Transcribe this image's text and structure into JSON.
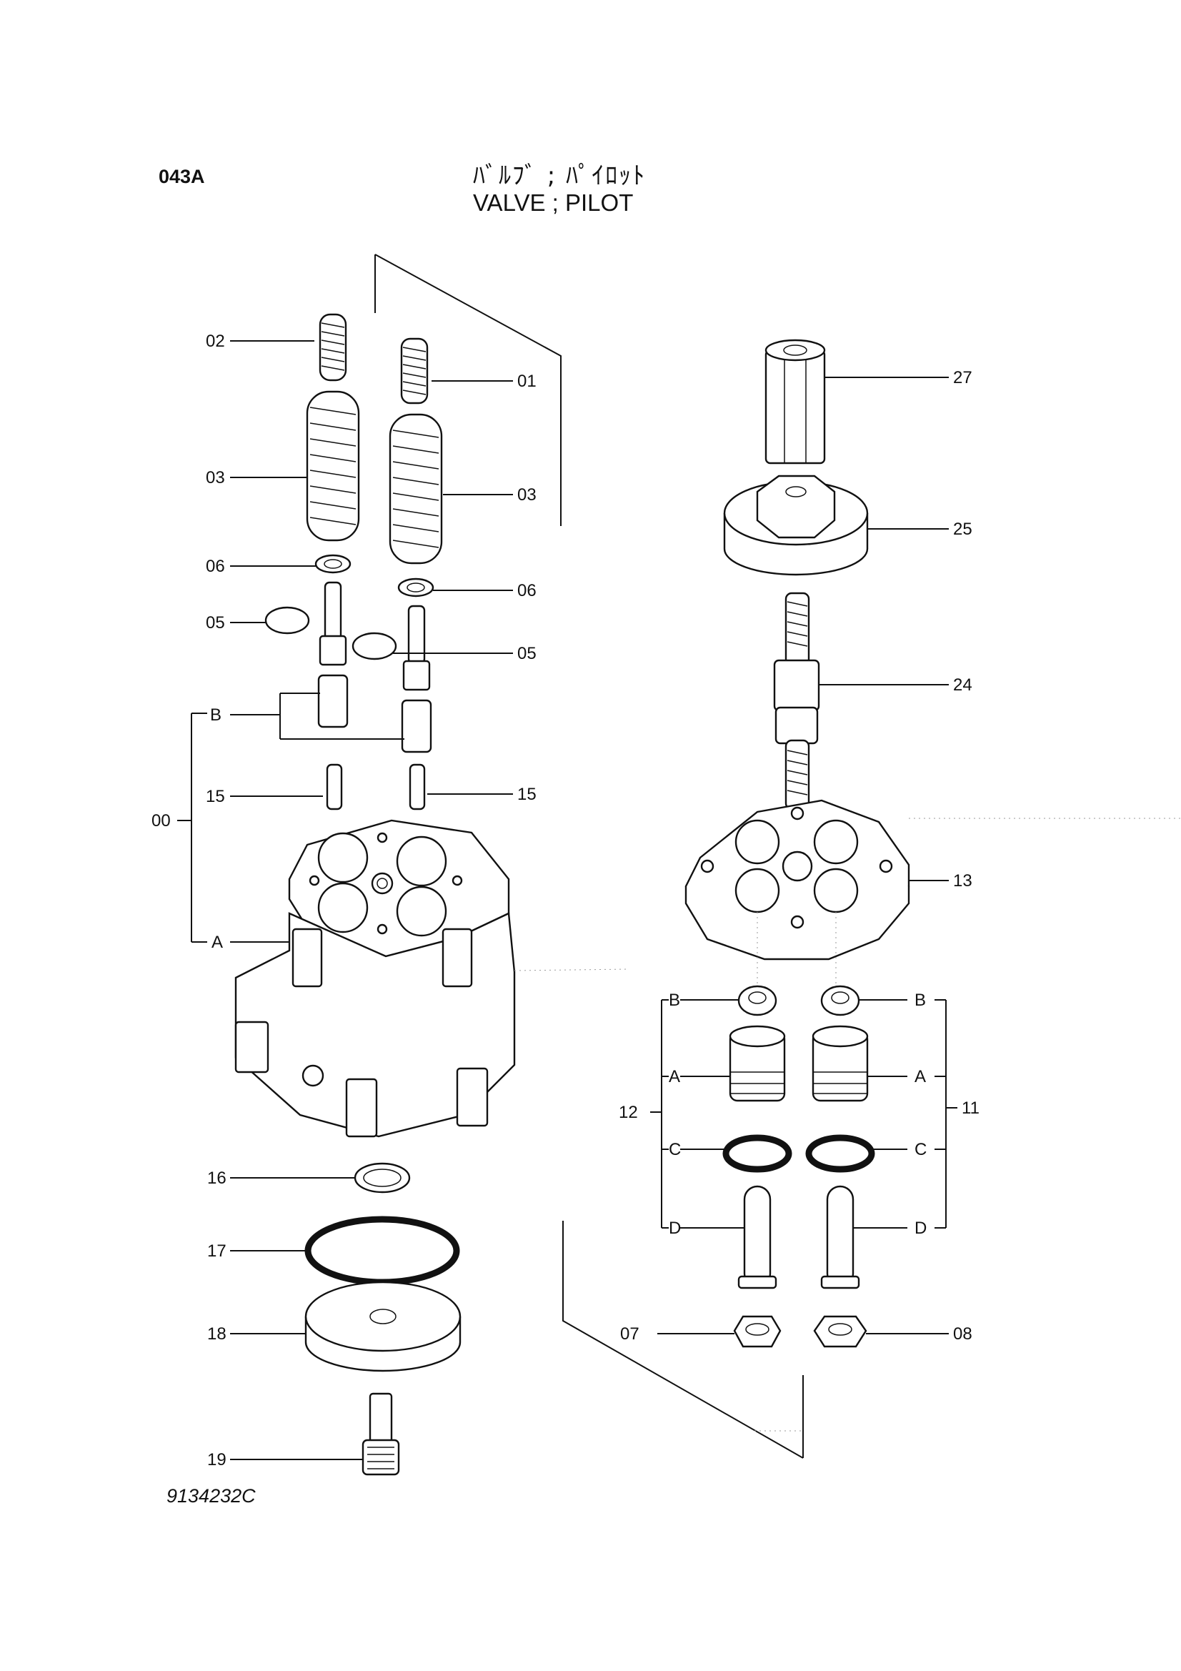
{
  "header": {
    "code": "043A",
    "title_jp": "ﾊﾞﾙﾌﾞ ; ﾊﾟｲﾛｯﾄ",
    "title_en": "VALVE ; PILOT"
  },
  "footer": {
    "drawing_number": "9134232C"
  },
  "callouts": {
    "c01": "01",
    "c02": "02",
    "c03_left": "03",
    "c03_right": "03",
    "c06_left": "06",
    "c06_right": "06",
    "c05_left": "05",
    "c05_right": "05",
    "cB_left": "B",
    "c15_left": "15",
    "c15_right": "15",
    "c00": "00",
    "cA_left": "A",
    "c16": "16",
    "c17": "17",
    "c18": "18",
    "c19": "19",
    "c27": "27",
    "c25": "25",
    "c24": "24",
    "c13": "13",
    "c12": "12",
    "c11": "11",
    "c12_B": "B",
    "c12_A": "A",
    "c12_C": "C",
    "c12_D": "D",
    "c11_B": "B",
    "c11_A": "A",
    "c11_C": "C",
    "c11_D": "D",
    "c07": "07",
    "c08": "08"
  }
}
